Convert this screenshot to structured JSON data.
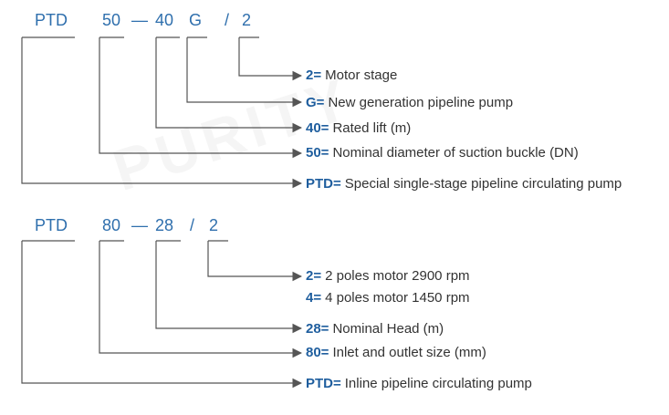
{
  "diagram1": {
    "codes": [
      "PTD",
      "50",
      "—",
      "40",
      "G",
      "/",
      "2"
    ],
    "items": [
      {
        "key": "2=",
        "desc": "Motor stage"
      },
      {
        "key": "G=",
        "desc": "New generation pipeline pump"
      },
      {
        "key": "40=",
        "desc": "Rated lift (m)"
      },
      {
        "key": "50=",
        "desc": "Nominal diameter of suction buckle (DN)"
      },
      {
        "key": "PTD=",
        "desc": "Special single-stage pipeline circulating pump"
      }
    ]
  },
  "diagram2": {
    "codes": [
      "PTD",
      "80",
      "—",
      "28",
      "/",
      "2"
    ],
    "items": [
      {
        "key": "2=",
        "desc": "2 poles motor 2900 rpm"
      },
      {
        "key": "4=",
        "desc": "4 poles motor 1450 rpm"
      },
      {
        "key": "28=",
        "desc": "Nominal Head (m)"
      },
      {
        "key": "80=",
        "desc": "Inlet and outlet size (mm)"
      },
      {
        "key": "PTD=",
        "desc": "Inline pipeline circulating pump"
      }
    ]
  },
  "watermark": "PURITY",
  "colors": {
    "code": "#2f6fad",
    "key": "#1f5e9e",
    "line": "#555555",
    "text": "#333333"
  }
}
